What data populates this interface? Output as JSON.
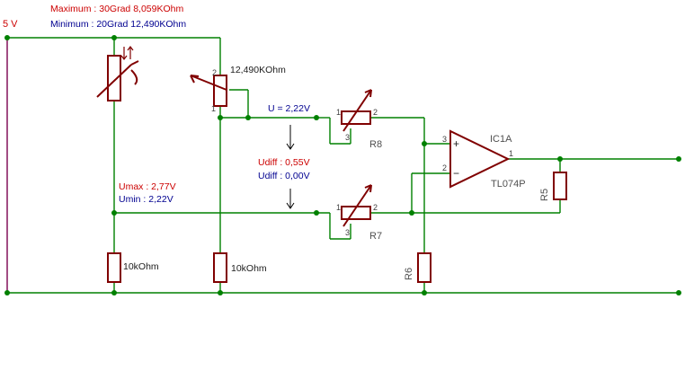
{
  "labels": {
    "supply": "5 V",
    "maximum": "Maximum : 30Grad 8,059KOhm",
    "minimum": "Minimum : 20Grad 12,490KOhm",
    "pot_value": "12,490KOhm",
    "u_value": "U = 2,22V",
    "udiff_max": "Udiff : 0,55V",
    "udiff_min": "Udiff : 0,00V",
    "umax": "Umax : 2,77V",
    "umin": "Umin : 2,22V",
    "r_left": "10kOhm",
    "r_mid": "10kOhm",
    "r8": "R8",
    "r7": "R7",
    "r6": "R6",
    "r5": "R5",
    "ic_name": "IC1A",
    "ic_type": "TL074P",
    "plus": "+",
    "minus": "−"
  },
  "pins": {
    "pot_top": "2",
    "pot_left": "1",
    "r8_in": "1",
    "r8_out": "2",
    "r8_wiper": "3",
    "r7_in": "1",
    "r7_out": "2",
    "r7_wiper": "3",
    "op_plus": "3",
    "op_minus": "2",
    "op_out": "1"
  },
  "colors": {
    "wire": "#008000",
    "component": "#800000",
    "rail": "#7a0050",
    "max_text": "#cc0000",
    "min_text": "#000090"
  }
}
